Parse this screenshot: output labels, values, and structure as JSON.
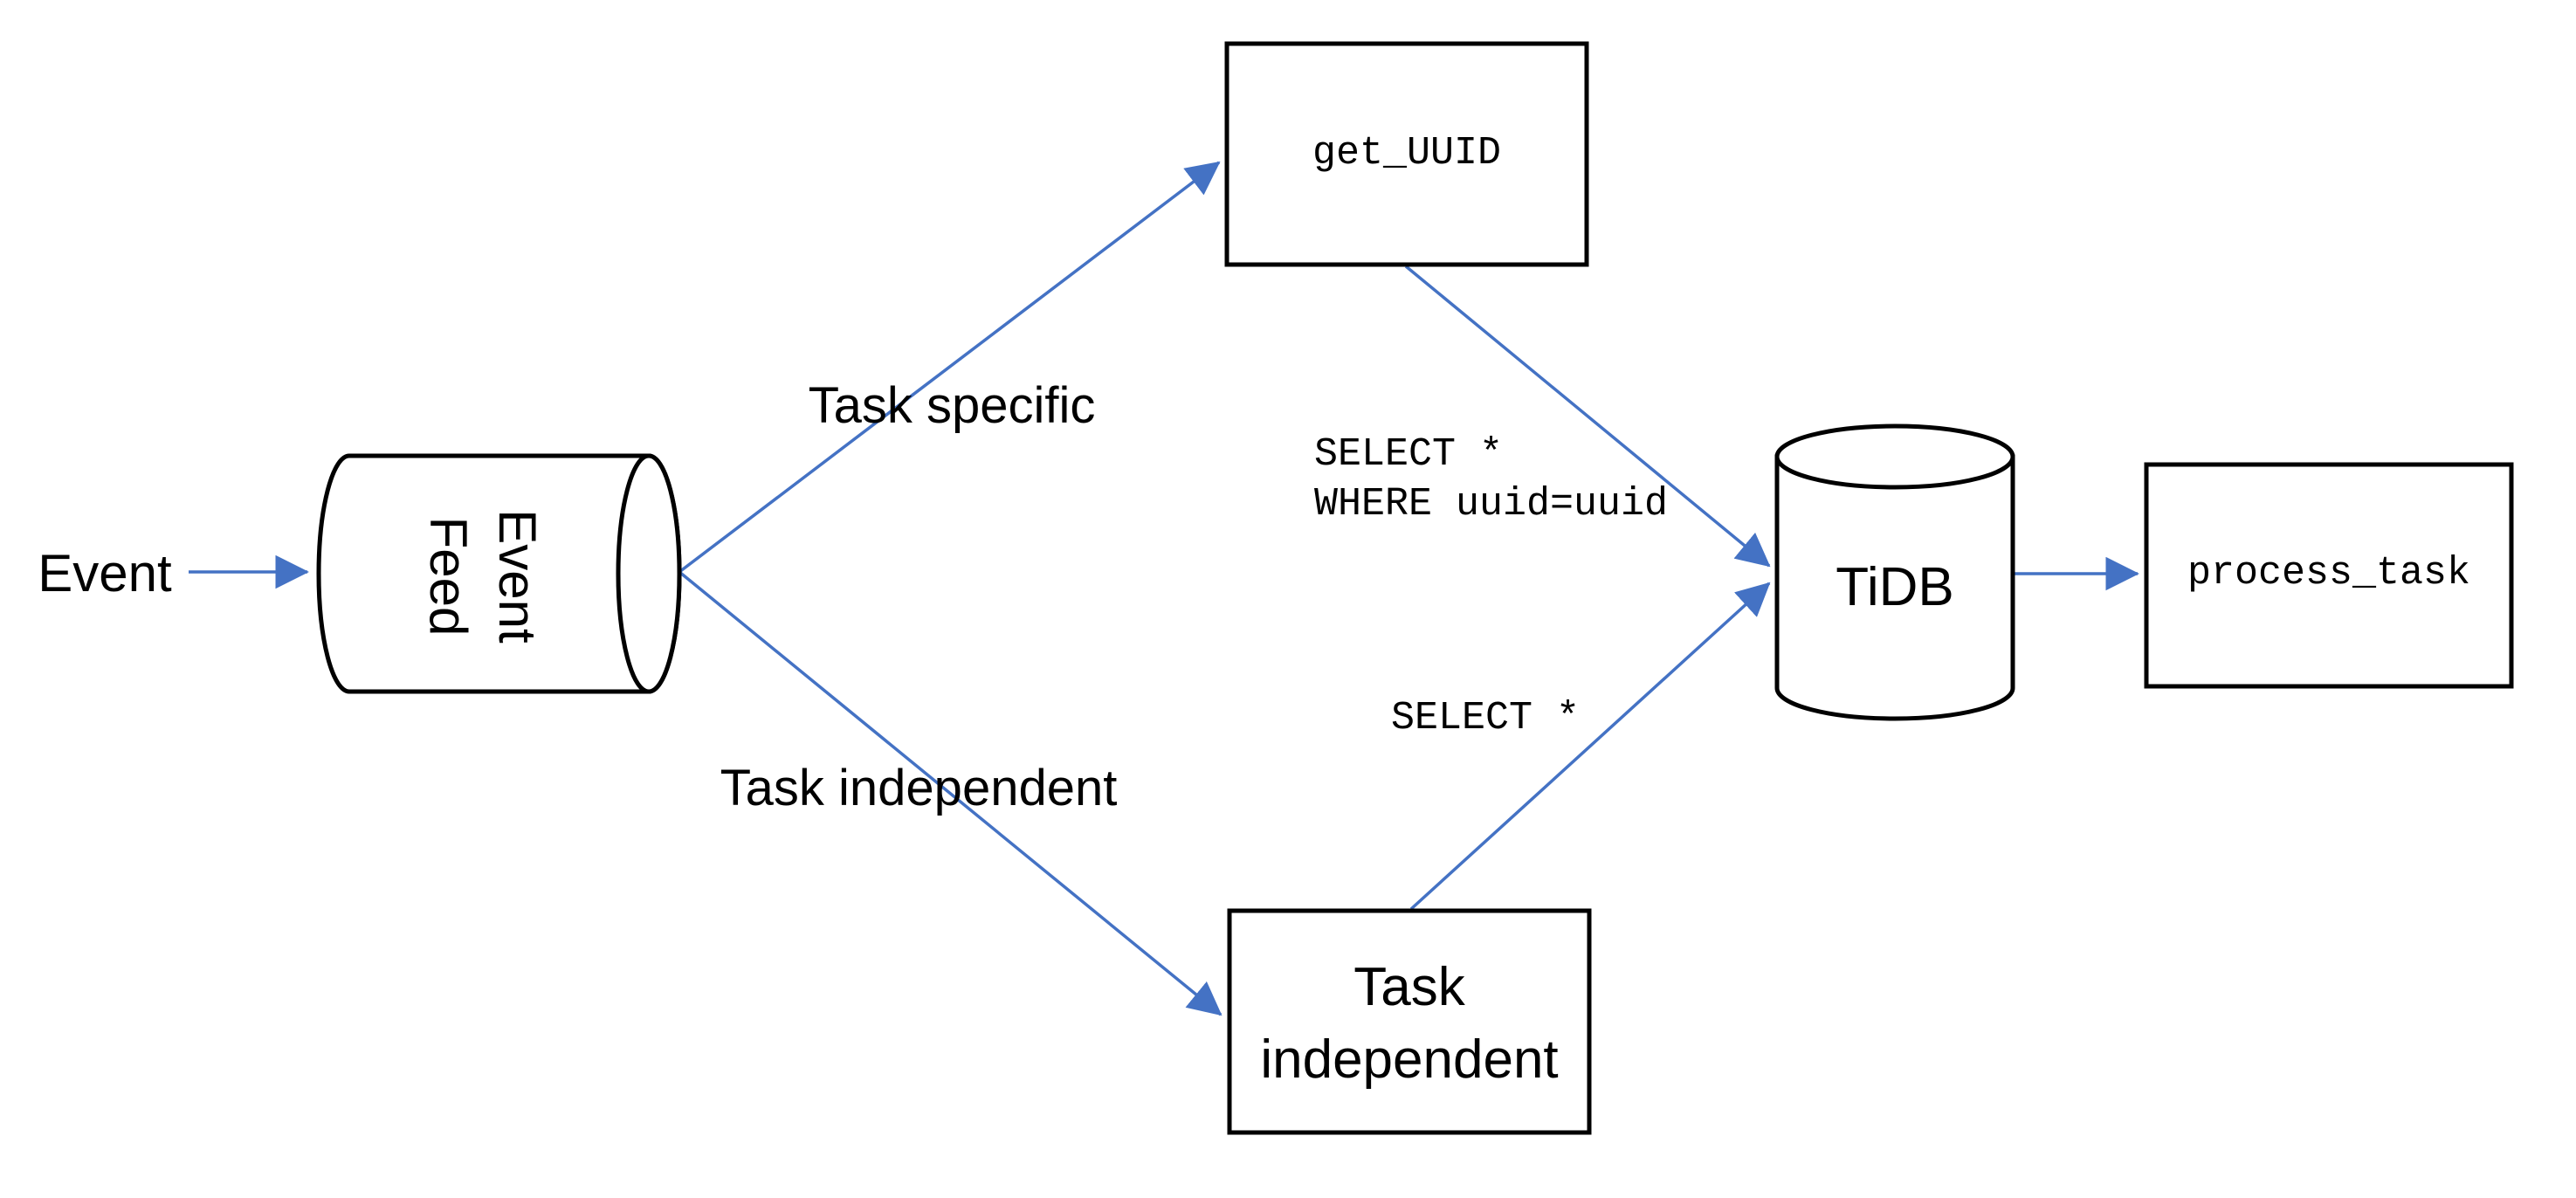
{
  "colors": {
    "arrow": "#4472C4",
    "stroke": "#000000",
    "text": "#000000",
    "background": "#ffffff"
  },
  "nodes": {
    "event": {
      "label": "Event"
    },
    "event_feed": {
      "line1": "Event",
      "line2": "Feed"
    },
    "get_uuid": {
      "label": "get_UUID"
    },
    "tidb": {
      "label": "TiDB"
    },
    "process_task": {
      "label": "process_task"
    },
    "task_independent_box": {
      "line1": "Task",
      "line2": "independent"
    }
  },
  "edge_labels": {
    "task_specific": "Task specific",
    "task_independent": "Task independent",
    "select_where": {
      "line1": "SELECT *",
      "line2": "WHERE uuid=uuid"
    },
    "select_star": "SELECT *"
  }
}
